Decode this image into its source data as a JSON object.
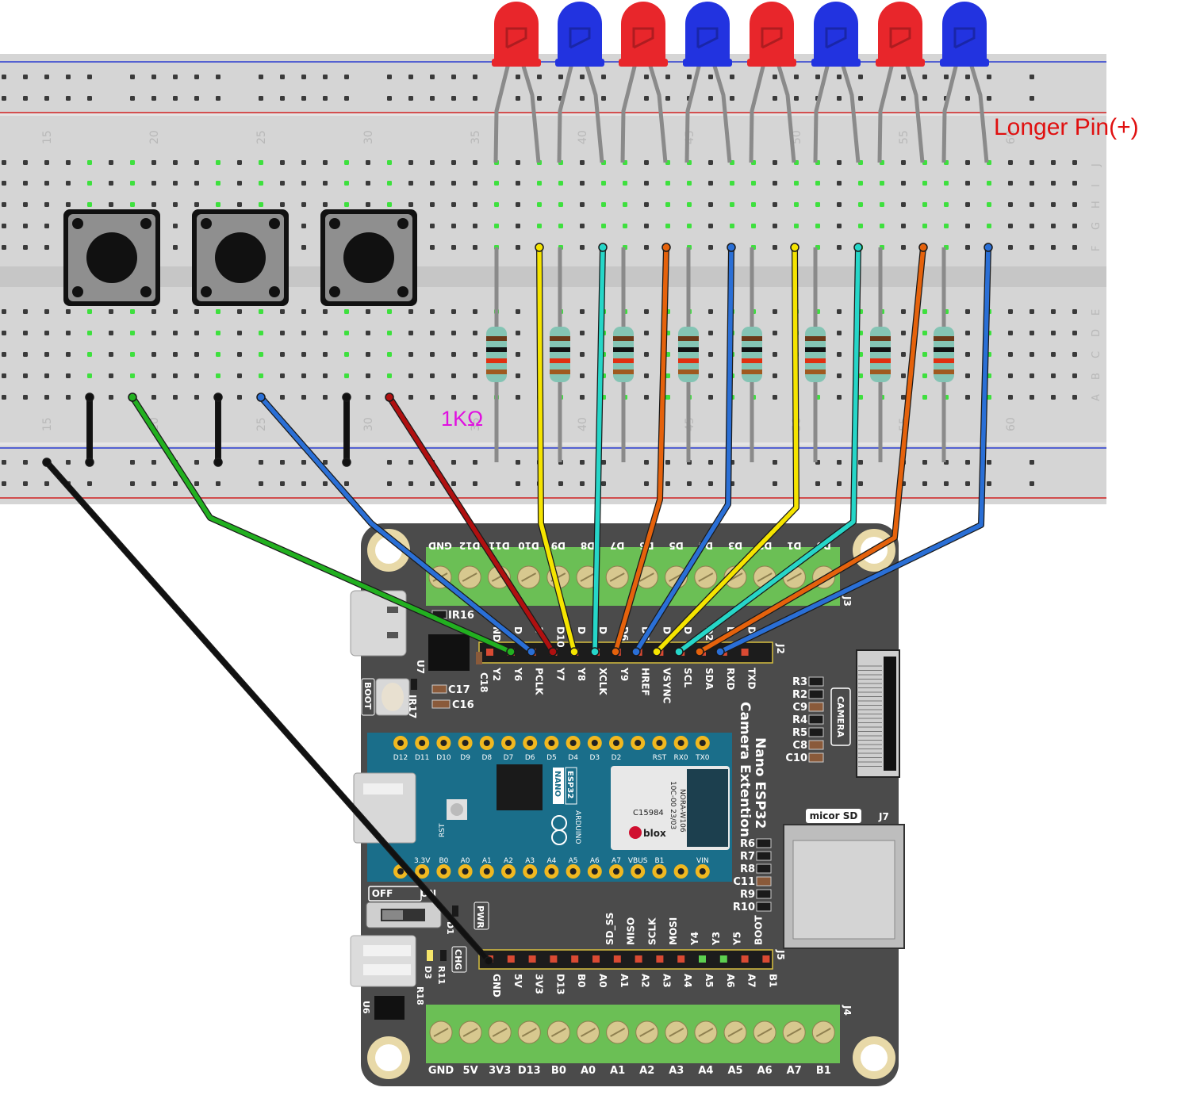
{
  "annotations": {
    "led_polarity": "Longer Pin(+)",
    "resistor_value": "1KΩ"
  },
  "breadboard": {
    "column_numbers_top": [
      "15",
      "20",
      "25",
      "30",
      "35",
      "40",
      "45",
      "50",
      "55",
      "60"
    ],
    "column_numbers_bottom": [
      "15",
      "20",
      "25",
      "30",
      "35",
      "40",
      "45",
      "50",
      "55",
      "60"
    ],
    "row_letters_top": [
      "J",
      "I",
      "H",
      "G",
      "F"
    ],
    "row_letters_bottom": [
      "E",
      "D",
      "C",
      "B",
      "A"
    ]
  },
  "leds": [
    {
      "color": "red"
    },
    {
      "color": "blue"
    },
    {
      "color": "red"
    },
    {
      "color": "blue"
    },
    {
      "color": "red"
    },
    {
      "color": "blue"
    },
    {
      "color": "red"
    },
    {
      "color": "blue"
    }
  ],
  "colors": {
    "led_red": "#e8262b",
    "led_blue": "#2233e0",
    "wire_yellow": "#f5e400",
    "wire_cyan": "#26d6c8",
    "wire_orange": "#e5620c",
    "wire_blue": "#2a6fd6",
    "wire_green": "#22b020",
    "wire_red": "#b01010",
    "wire_black": "#111111",
    "annotation_red": "#e01010",
    "annotation_magenta": "#e010e0",
    "board_body": "#4a4a4a",
    "terminal_green": "#7fc35a",
    "nano_teal": "#1a6e8a"
  },
  "extension_board": {
    "title_line1": "Nano ESP32",
    "title_line2": "Camera Extention",
    "top_terminal_labels": [
      "GND",
      "D12",
      "D11",
      "D10",
      "D9",
      "D8",
      "D7",
      "D6",
      "D5",
      "D4",
      "D3",
      "D2",
      "D1",
      "D0"
    ],
    "j3": "J3",
    "j2": "J2",
    "j2_top_labels": [
      "ND",
      "D",
      "1",
      "D10",
      "D",
      "D",
      "D6",
      "D5",
      "D",
      "D",
      "D2",
      "D",
      "D"
    ],
    "j2_bottom_labels": [
      "Y2",
      "Y6",
      "PCLK",
      "Y7",
      "Y8",
      "XCLK",
      "Y9",
      "HREF",
      "VSYNC",
      "SCL",
      "SDA",
      "RXD",
      "TXD"
    ],
    "j5": "J5",
    "j5_top_labels": [
      "SD_SS",
      "MISO",
      "SCLK",
      "MOSI",
      "Y4",
      "Y3",
      "Y5",
      "BOOT"
    ],
    "j5_bottom_labels": [
      "GND",
      "5V",
      "3V3",
      "D13",
      "B0",
      "A0",
      "A1",
      "A2",
      "A3",
      "A4",
      "A5",
      "A6",
      "A7",
      "B1"
    ],
    "j4": "J4",
    "bottom_terminal_labels": [
      "GND",
      "5V",
      "3V3",
      "D13",
      "B0",
      "A0",
      "A1",
      "A2",
      "A3",
      "A4",
      "A5",
      "A6",
      "A7",
      "B1"
    ],
    "camera": "CAMERA",
    "micro_sd": "micor SD",
    "j7": "J7",
    "components_right_top": [
      "R3",
      "R2",
      "C9",
      "R4",
      "R5",
      "C8",
      "C10"
    ],
    "components_right_bottom": [
      "R6",
      "R7",
      "R8",
      "C11",
      "R9",
      "R10"
    ],
    "left_components": {
      "ir16": "IR16",
      "u7": "U7",
      "c18": "C18",
      "c17": "C17",
      "c16": "C16",
      "ir17": "IR17",
      "boot": "BOOT",
      "off": "OFF",
      "on": "ON",
      "pwr": "PWR",
      "chg": "CHG",
      "d1": "D1",
      "d3": "D3",
      "r11": "R11",
      "r18": "R18",
      "u6": "U6"
    }
  },
  "nano_board": {
    "top_pins": [
      "D12",
      "D11",
      "D10",
      "D9",
      "D8",
      "D7",
      "D6",
      "D5",
      "D4",
      "D3",
      "D2",
      "",
      "RST",
      "RX0",
      "TX0"
    ],
    "bottom_pins": [
      "",
      "3.3V",
      "B0",
      "A0",
      "A1",
      "A2",
      "A3",
      "A4",
      "A5",
      "A6",
      "A7",
      "VBUS",
      "B1",
      "",
      "VIN"
    ],
    "logo_text": "NANO",
    "logo_sub": "ESP32",
    "brand": "ARDUINO",
    "rst": "RST",
    "module_code1": "C15984",
    "module_code2": "10C-00 23/03",
    "module_code3": "NORA-W106",
    "module_brand": "blox"
  }
}
